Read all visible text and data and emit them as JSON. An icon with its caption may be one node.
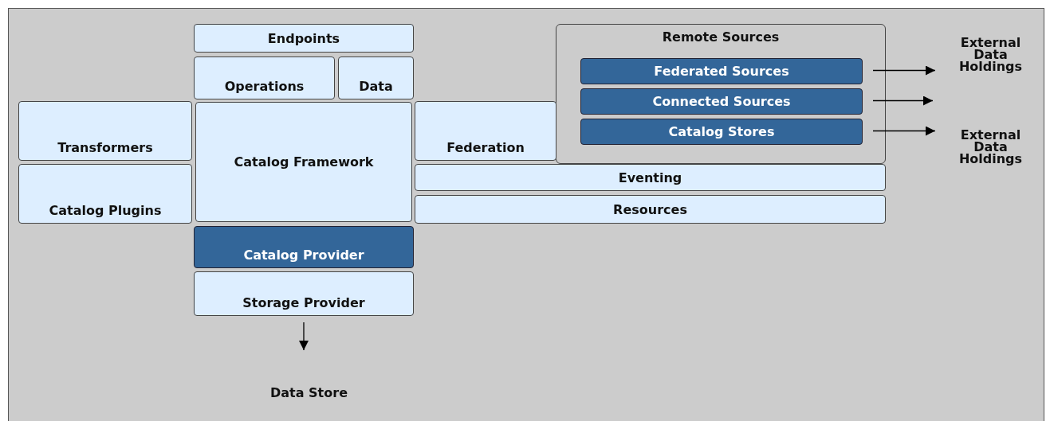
{
  "diagram": {
    "nodes": [
      {
        "text": [
          "Endpoints"
        ]
      },
      {
        "text": [
          "Operations"
        ]
      },
      {
        "text": [
          "Data"
        ]
      },
      {
        "text": [
          "Remote Sources"
        ]
      },
      {
        "text": [
          "Federated Sources"
        ],
        "in": 3
      },
      {
        "text": [
          "Connected Sources"
        ],
        "in": 3
      },
      {
        "text": [
          "Catalog Stores"
        ],
        "in": 3
      },
      {
        "text": [
          "External Data Holdings"
        ]
      },
      {
        "text": [
          "Transformers"
        ]
      },
      {
        "text": [
          "Catalog Framework"
        ]
      },
      {
        "text": [
          "Federation"
        ]
      },
      {
        "text": [
          "External Data Holdings"
        ]
      },
      {
        "text": [
          "Catalog Plugins"
        ]
      },
      {
        "text": [
          "Eventing"
        ]
      },
      {
        "text": [
          "Resources"
        ]
      },
      {
        "text": [
          "Catalog Provider"
        ]
      },
      {
        "text": [
          "Storage Provider"
        ]
      },
      {
        "text": [
          "Data Store"
        ]
      }
    ],
    "edges": [
      {
        "from": 4,
        "to": 7,
        "arrow": "to"
      },
      {
        "from": 5,
        "to": null,
        "arrow": "to"
      },
      {
        "from": 6,
        "to": 11,
        "arrow": "to"
      },
      {
        "from": 16,
        "to": 17,
        "arrow": "to"
      }
    ]
  }
}
